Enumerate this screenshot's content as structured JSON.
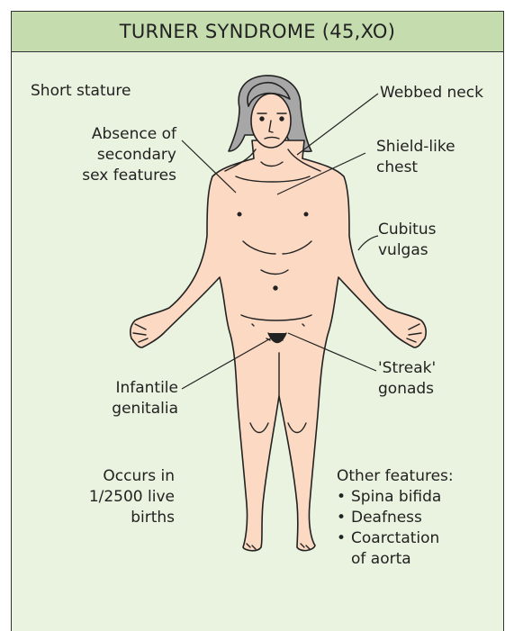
{
  "title": "TURNER SYNDROME (45,XO)",
  "labels": {
    "short_stature": "Short stature",
    "webbed_neck": "Webbed neck",
    "absence_1": "Absence of",
    "absence_2": "secondary",
    "absence_3": "sex features",
    "shield_1": "Shield-like",
    "shield_2": "chest",
    "cubitus_1": "Cubitus",
    "cubitus_2": "vulgas",
    "infantile_1": "Infantile",
    "infantile_2": "genitalia",
    "streak_1": "'Streak'",
    "streak_2": "gonads",
    "occurs_1": "Occurs in",
    "occurs_2": "1/2500 live",
    "occurs_3": "births"
  },
  "other_features": {
    "heading": "Other features:",
    "items": [
      "Spina bifida",
      "Deafness",
      "Coarctation"
    ],
    "continuation": "of aorta"
  },
  "colors": {
    "panel": "#eaf3df",
    "header": "#c4dcae",
    "skin": "#fbd9c2",
    "hair": "#a7a7a7"
  }
}
